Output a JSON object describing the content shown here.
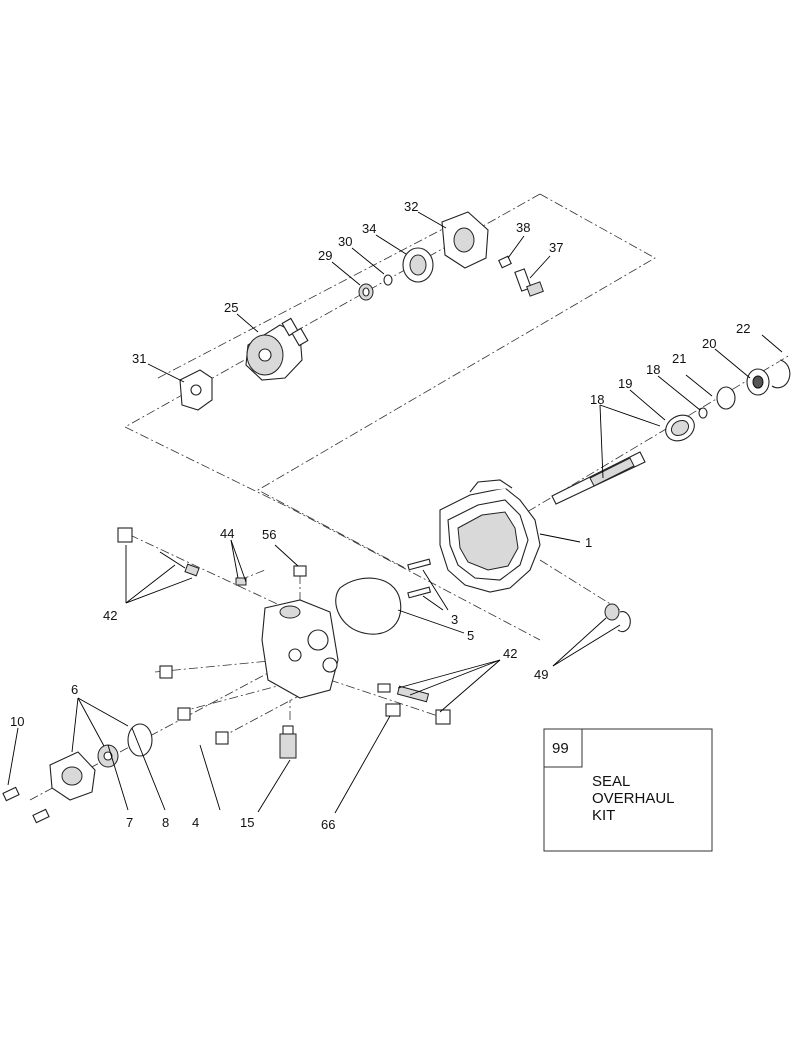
{
  "callouts": {
    "c1": "1",
    "c3": "3",
    "c4": "4",
    "c5": "5",
    "c6": "6",
    "c7": "7",
    "c8": "8",
    "c10": "10",
    "c15": "15",
    "c18a": "18",
    "c18b": "18",
    "c19": "19",
    "c20": "20",
    "c21": "21",
    "c22": "22",
    "c25": "25",
    "c29": "29",
    "c30": "30",
    "c31": "31",
    "c32": "32",
    "c34": "34",
    "c37": "37",
    "c38": "38",
    "c42a": "42",
    "c42b": "42",
    "c44": "44",
    "c49": "49",
    "c56": "56",
    "c66": "66"
  },
  "kit": {
    "number": "99",
    "line1": "SEAL",
    "line2": "OVERHAUL",
    "line3": "KIT"
  }
}
